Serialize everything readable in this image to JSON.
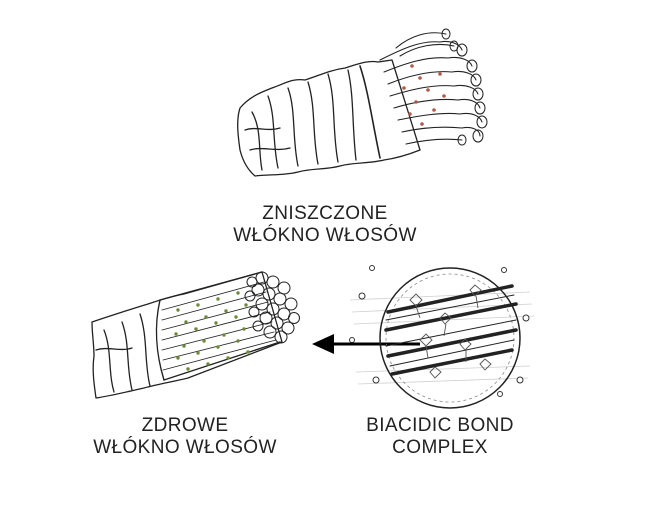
{
  "labels": {
    "damaged_line1": "ZNISZCZONE",
    "damaged_line2": "WŁÓKNO WŁOSÓW",
    "healthy_line1": "ZDROWE",
    "healthy_line2": "WŁÓKNO WŁOSÓW",
    "complex_line1": "BIACIDIC BOND",
    "complex_line2": "COMPLEX"
  },
  "colors": {
    "ink": "#222222",
    "arrow": "#000000",
    "damaged_dots": "#b05a4a",
    "healthy_dots": "#6b8a3a",
    "background": "#ffffff"
  },
  "icons": {
    "arrow": "arrow-left-icon"
  }
}
